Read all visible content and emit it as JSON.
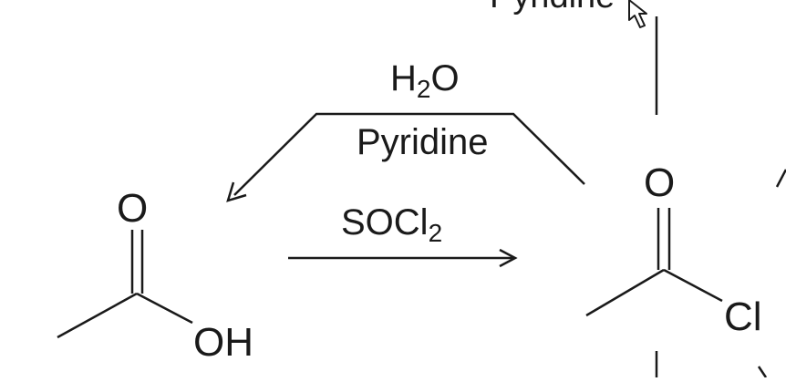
{
  "colors": {
    "ink": "#1a1a1a",
    "background": "#ffffff"
  },
  "top_reagent": "Pyridine",
  "hydrolysis": {
    "reagent_water_main": "H",
    "reagent_water_sub": "2",
    "reagent_water_tail": "O",
    "reagent_base": "Pyridine"
  },
  "chlorination": {
    "reagent_main": "SOCl",
    "reagent_sub": "2"
  },
  "acetic_acid": {
    "carbonyl_o": "O",
    "hydroxyl": "OH"
  },
  "acetyl_chloride": {
    "carbonyl_o": "O",
    "chlorine": "Cl"
  },
  "cursor": {
    "icon": "mouse-pointer-icon"
  }
}
